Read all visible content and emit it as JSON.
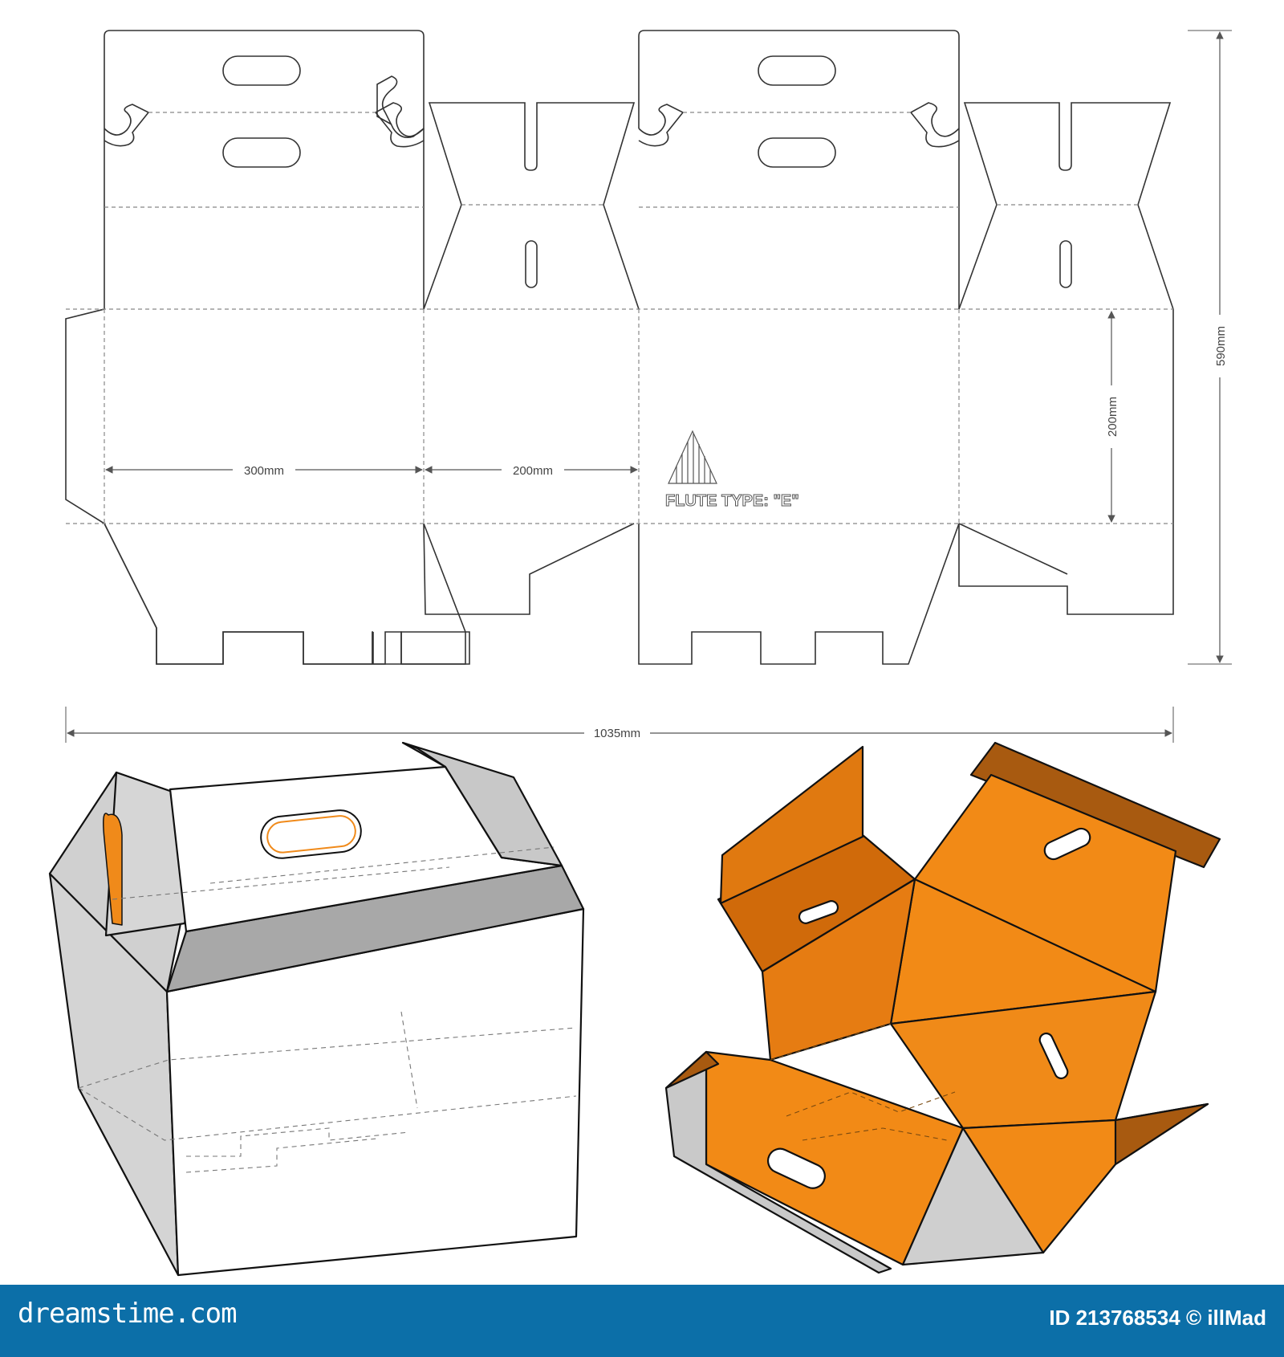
{
  "dieline": {
    "dim_width_1": "300mm",
    "dim_width_2": "200mm",
    "dim_height": "200mm",
    "dim_total_height": "590mm",
    "dim_total_width": "1035mm",
    "flute_label": "FLUTE TYPE: \"E\""
  },
  "footer": {
    "brand": "dreamstime.com",
    "id_text": "ID 213768534 © illMad"
  },
  "colors": {
    "footer_bg": "#0c6fa8",
    "line": "#333333",
    "crease": "#888888",
    "orange_light": "#f28a16",
    "orange_dark": "#d06a0a",
    "orange_brown": "#a85a10",
    "grey_side": "#c9c9c9"
  }
}
